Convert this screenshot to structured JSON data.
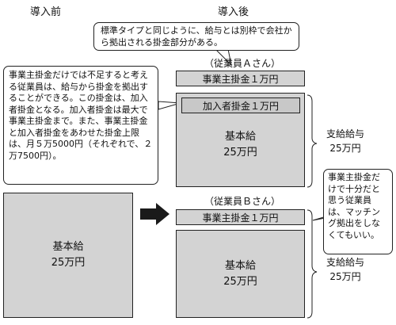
{
  "headings": {
    "before": "導入前",
    "after": "導入後"
  },
  "callouts": {
    "top": "標準タイプと同じように、給与とは別枠で会社から拠出される掛金部分がある。",
    "left": "事業主掛金だけでは不足すると考える従業員は、給与から掛金を拠出することができる。この掛金は、加入者掛金となる。加入者掛金は最大で事業主掛金まで。また、事業主掛金と加入者掛金をあわせた掛金上限は、月５万5000円（それぞれで、２万7500円）。",
    "right": "事業主掛金だけで十分だと思う従業員は、マッチング拠出をしなくてもいい。"
  },
  "employee_a": {
    "label": "（従業員Ａさん）",
    "employer_contribution": "事業主掛金１万円",
    "member_contribution": "加入者掛金１万円",
    "base_salary_line1": "基本給",
    "base_salary_line2": "25万円",
    "paid_salary_line1": "支給給与",
    "paid_salary_line2": "25万円"
  },
  "employee_b": {
    "label": "（従業員Ｂさん）",
    "employer_contribution": "事業主掛金１万円",
    "base_salary_line1": "基本給",
    "base_salary_line2": "25万円",
    "paid_salary_line1": "支給給与",
    "paid_salary_line2": "25万円"
  },
  "before": {
    "base_salary_line1": "基本給",
    "base_salary_line2": "25万円"
  }
}
